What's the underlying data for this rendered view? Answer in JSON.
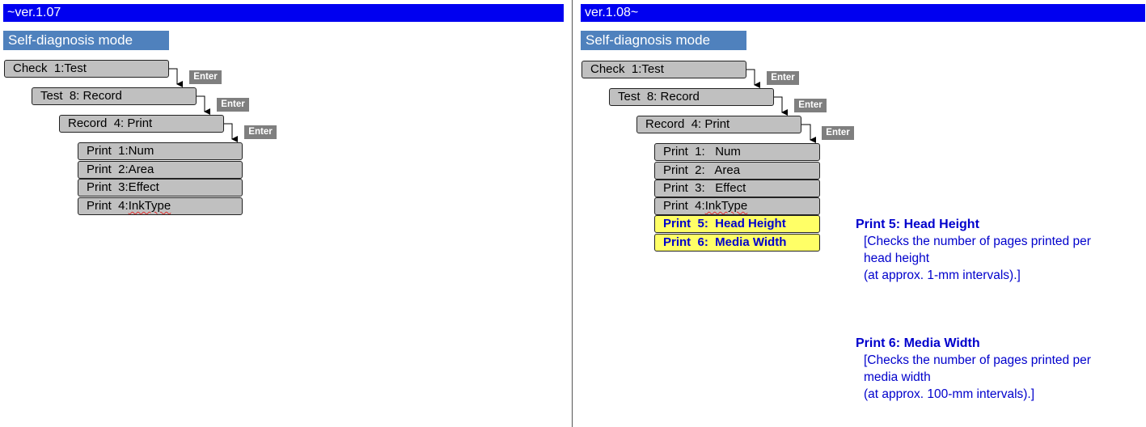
{
  "left": {
    "version": "~ver.1.07",
    "mode": "Self-diagnosis mode",
    "level1": "Check  1:Test",
    "level2": "Test  8: Record",
    "level3": "Record  4: Print",
    "enter": "Enter",
    "items": [
      "Print  1:Num",
      "Print  2:Area",
      "Print  3:Effect",
      {
        "prefix": "Print  4:",
        "term": "InkType"
      }
    ]
  },
  "right": {
    "version": "ver.1.08~",
    "mode": "Self-diagnosis mode",
    "level1": "Check  1:Test",
    "level2": "Test  8: Record",
    "level3": "Record  4: Print",
    "enter": "Enter",
    "items": [
      "Print  1:   Num",
      "Print  2:   Area",
      "Print  3:   Effect",
      {
        "prefix": "Print  4:",
        "term": "InkType"
      }
    ],
    "new_items": [
      "Print  5:  Head Height",
      "Print  6:  Media Width"
    ],
    "notes": [
      {
        "title": "Print 5: Head Height",
        "lines": [
          "[Checks the number of pages printed per",
          "head height",
          "(at approx. 1-mm intervals).]"
        ]
      },
      {
        "title": "Print 6: Media Width",
        "lines": [
          "[Checks the number of pages printed per",
          "media width",
          "(at approx. 100-mm intervals).]"
        ]
      }
    ]
  },
  "colors": {
    "version_bar": "#0000f0",
    "mode_label": "#4f81bd",
    "menu_box": "#c0c0c0",
    "highlight": "#ffff66",
    "note_text": "#0000cc",
    "enter_badge": "#7f7f7f"
  }
}
